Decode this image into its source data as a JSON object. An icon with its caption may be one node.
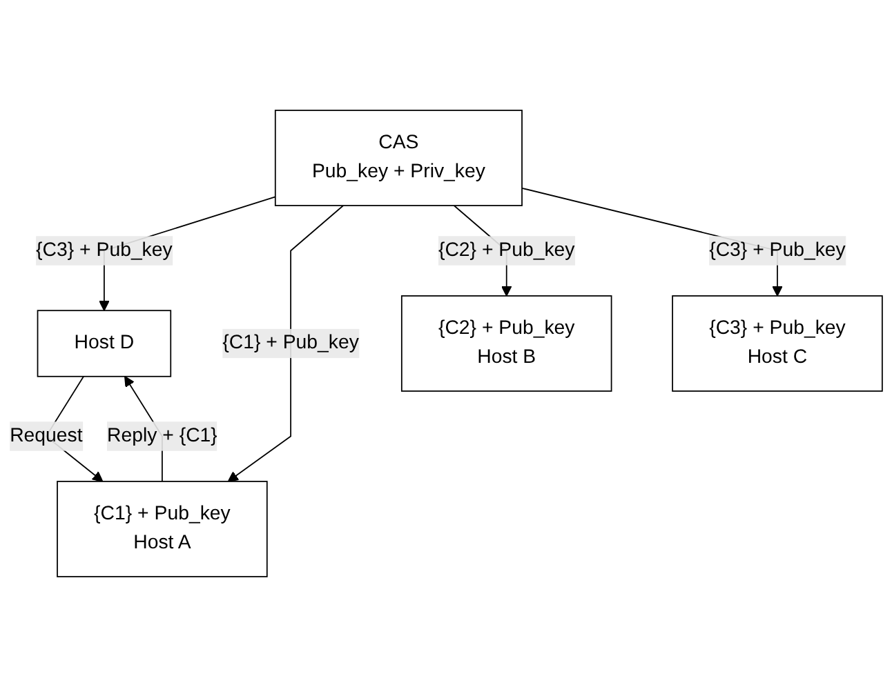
{
  "diagram": {
    "nodes": [
      {
        "text": [
          "Host D"
        ]
      },
      {
        "text": [
          "CAS",
          "Pub_key + Priv_key"
        ]
      },
      {
        "text": [
          "{C1} + Pub_key",
          "Host A"
        ]
      },
      {
        "text": [
          "{C2} + Pub_key",
          "Host B"
        ]
      },
      {
        "text": [
          "{C3} + Pub_key",
          "Host C"
        ]
      }
    ],
    "edges": [
      {
        "from": 1,
        "to": 0,
        "arrow": "to",
        "label": "{C3} + Pub_key"
      },
      {
        "from": 0,
        "to": 2,
        "arrow": "to",
        "label": "Request"
      },
      {
        "from": 2,
        "to": 0,
        "arrow": "to",
        "label": "Reply + {C1}"
      },
      {
        "from": 1,
        "to": 2,
        "arrow": "to",
        "label": "{C1} + Pub_key"
      },
      {
        "from": 1,
        "to": 3,
        "arrow": "to",
        "label": "{C2} + Pub_key"
      },
      {
        "from": 1,
        "to": 4,
        "arrow": "to",
        "label": "{C3} + Pub_key"
      }
    ]
  }
}
